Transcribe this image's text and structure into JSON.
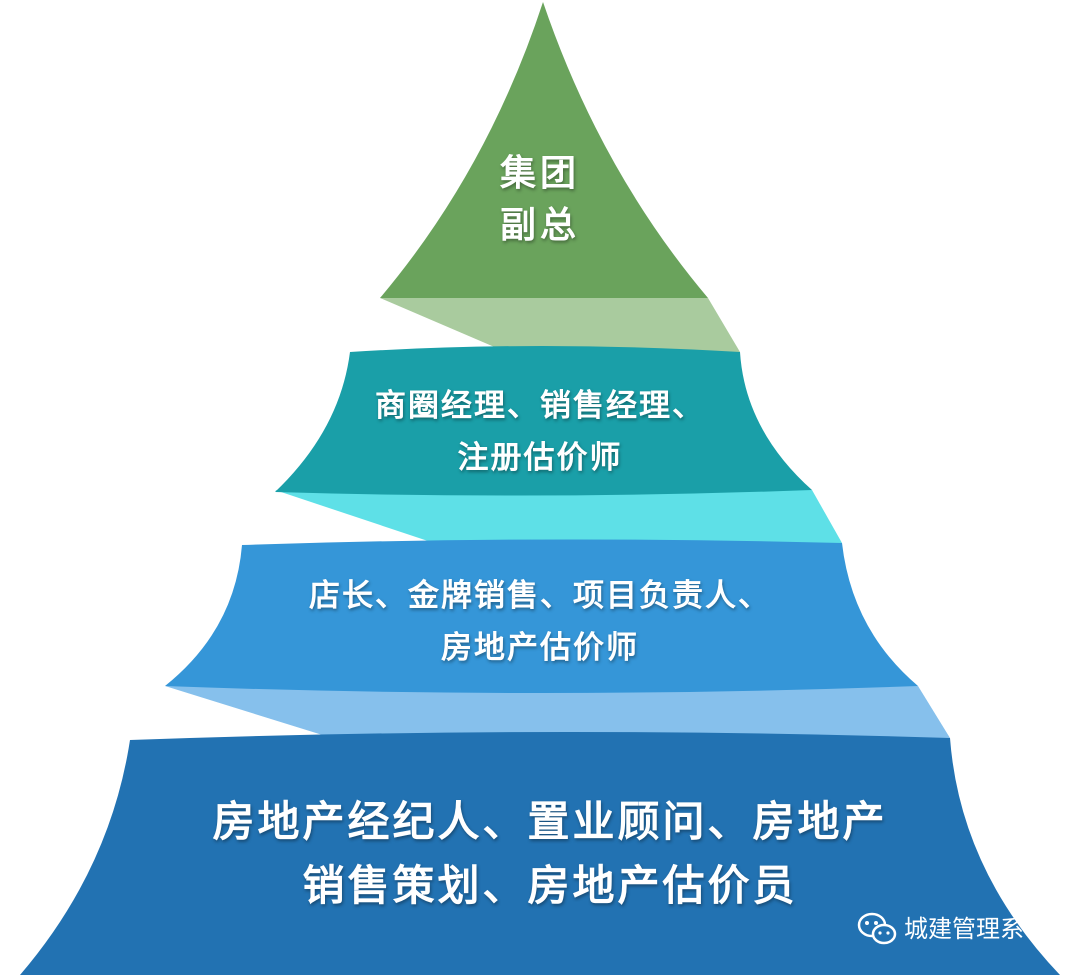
{
  "levels": [
    {
      "line1": "集团",
      "line2": "副总",
      "color": "#6aa35c"
    },
    {
      "line1": "商圈经理、销售经理、",
      "line2": "注册估价师",
      "color": "#1a9fa8"
    },
    {
      "line1": "店长、金牌销售、项目负责人、",
      "line2": "房地产估价师",
      "color": "#3596d8"
    },
    {
      "line1": "房地产经纪人、置业顾问、房地产",
      "line2": "销售策划、房地产估价员",
      "color": "#2272b2"
    }
  ],
  "connector_colors": [
    "#a9cb9e",
    "#5ee0e7",
    "#86c0ec"
  ],
  "watermark": {
    "icon": "wechat-icon",
    "text": "城建管理系"
  }
}
